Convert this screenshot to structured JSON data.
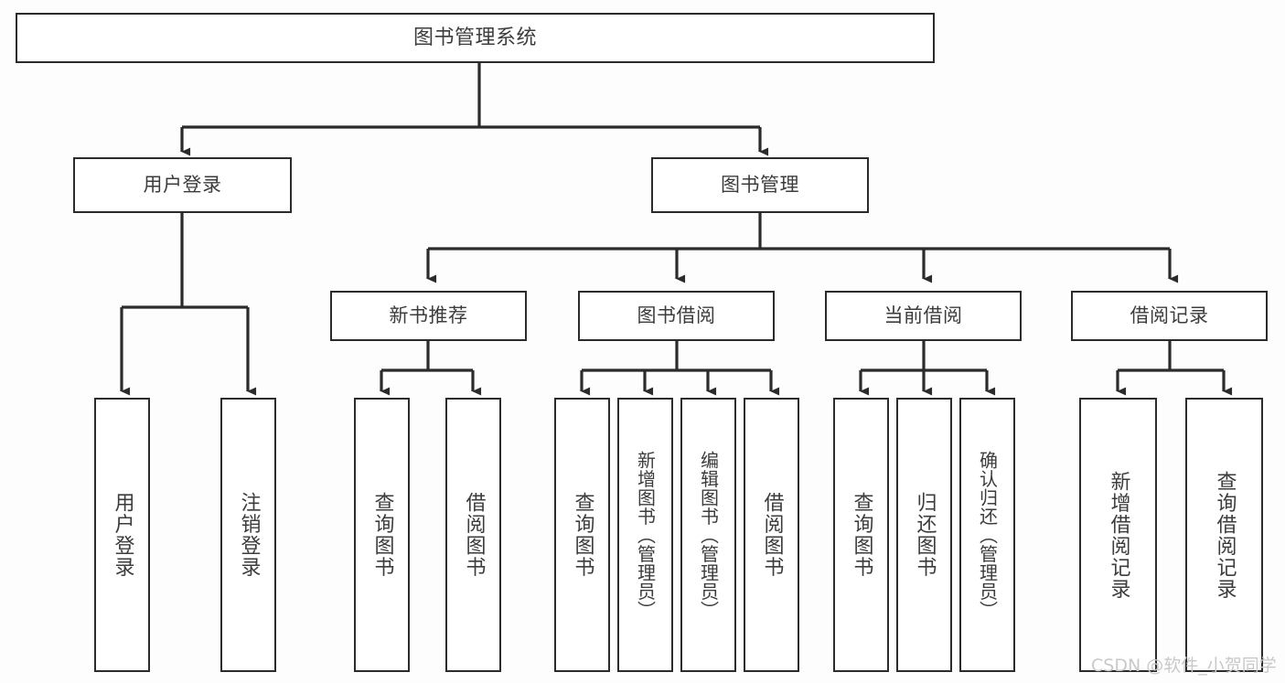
{
  "diagram": {
    "title": "图书管理系统",
    "type": "tree",
    "background_color": "#fdfdfd",
    "line_color": "#2b2b2b",
    "box_fill": "#ffffff",
    "text_color": "#3c3c3c"
  },
  "nodes": {
    "root": {
      "label": "图书管理系统"
    },
    "level2": [
      {
        "label": "用户登录"
      },
      {
        "label": "图书管理"
      }
    ],
    "level3": [
      {
        "label": "新书推荐"
      },
      {
        "label": "图书借阅"
      },
      {
        "label": "当前借阅"
      },
      {
        "label": "借阅记录"
      }
    ],
    "leaves": {
      "user_login": [
        {
          "label": "用户登录"
        },
        {
          "label": "注销登录"
        }
      ],
      "new_book": [
        {
          "label": "查询图书"
        },
        {
          "label": "借阅图书"
        }
      ],
      "borrow": [
        {
          "label": "查询图书"
        },
        {
          "label": "新增图书（管理员）"
        },
        {
          "label": "编辑图书（管理员）"
        },
        {
          "label": "借阅图书"
        }
      ],
      "current": [
        {
          "label": "查询图书"
        },
        {
          "label": "归还图书"
        },
        {
          "label": "确认归还（管理员）"
        }
      ],
      "records": [
        {
          "label": "新增借阅记录"
        },
        {
          "label": "查询借阅记录"
        }
      ]
    }
  },
  "watermark": {
    "text": "CSDN @软件_小贺同学"
  }
}
